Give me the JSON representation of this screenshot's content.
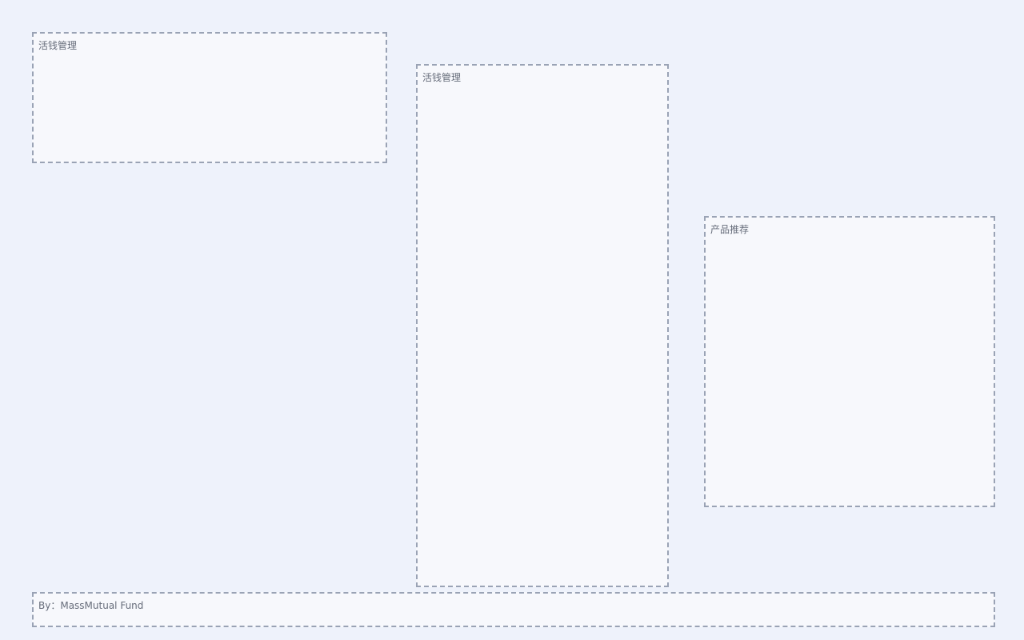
{
  "header": {
    "title": "活钱管理"
  },
  "phone": {
    "title": "活钱管理"
  },
  "right_section": {
    "title": "产品推荐"
  },
  "footer": {
    "credit": "By：MassMutual Fund"
  }
}
